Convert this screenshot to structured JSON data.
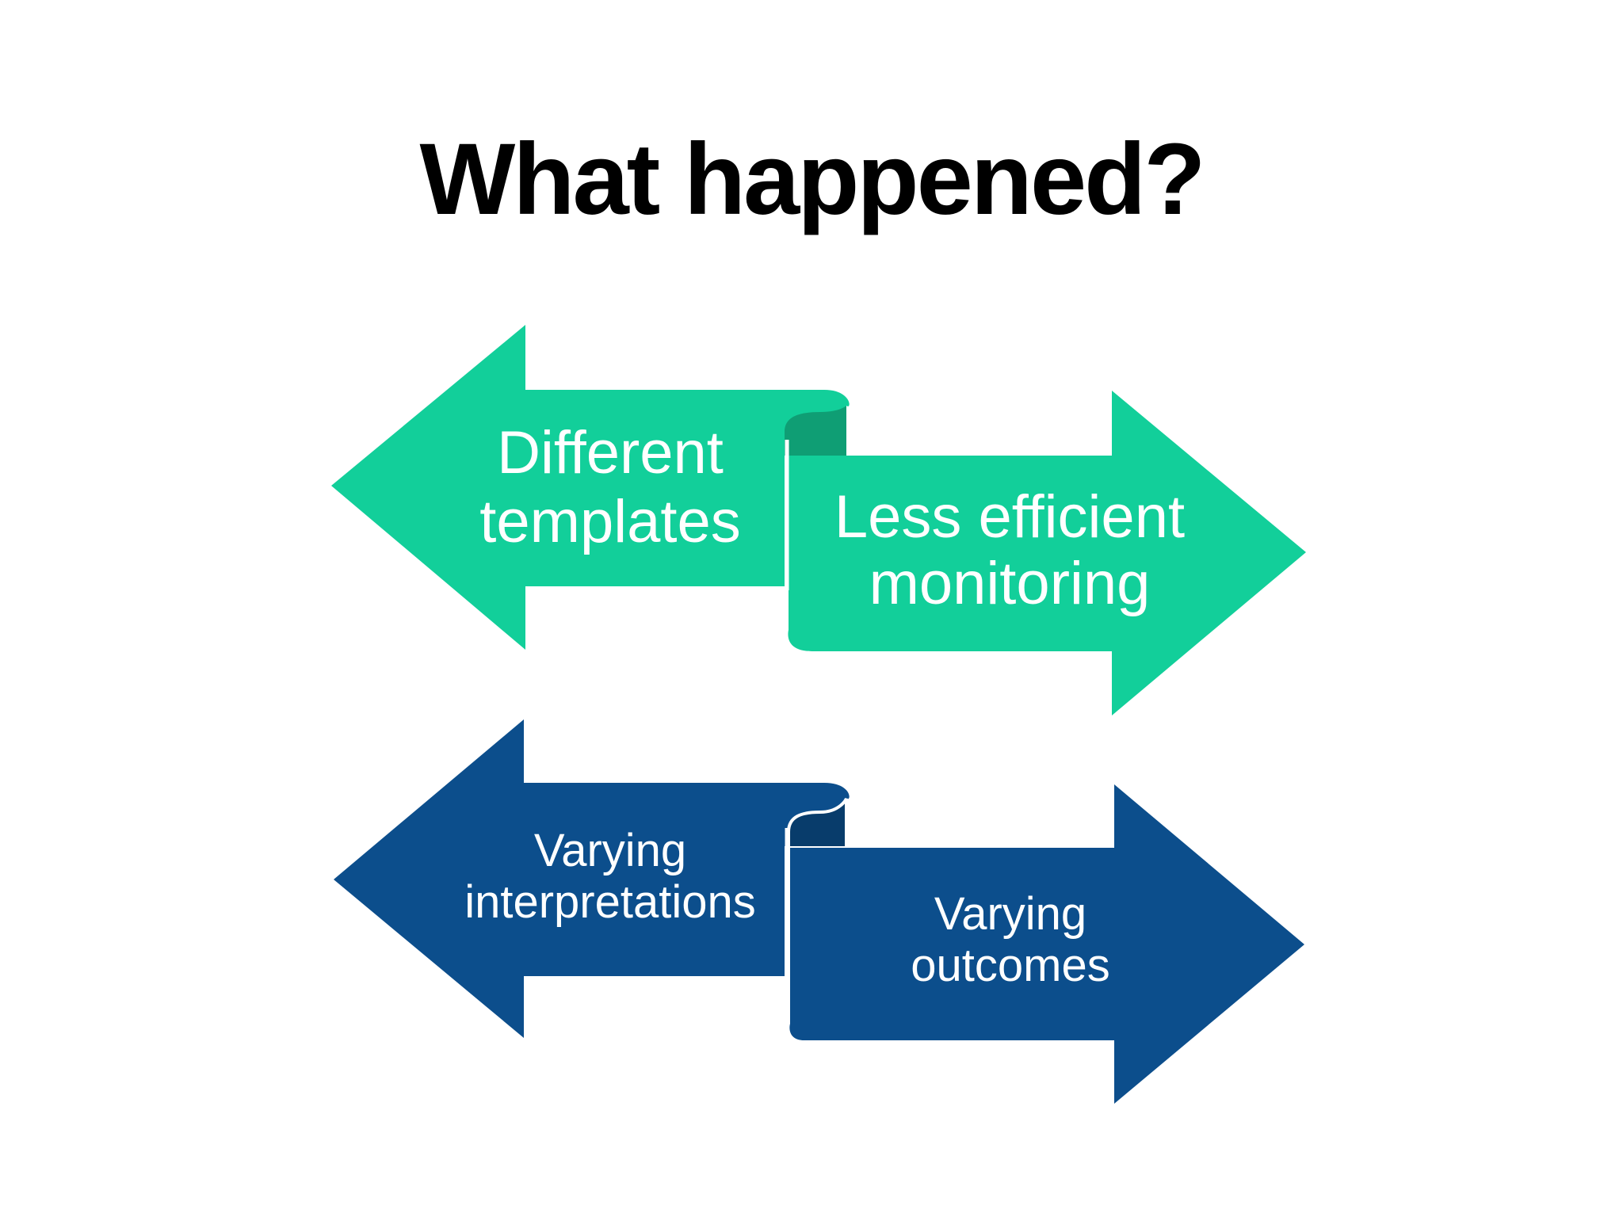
{
  "title": "What happened?",
  "colors": {
    "background": "#ffffff",
    "title": "#000000",
    "green": "#12cf9a",
    "green_fold": "#0f9e74",
    "blue": "#0c4e8c",
    "blue_fold": "#083c6b",
    "outline": "#ffffff"
  },
  "rows": [
    {
      "left_arrow": {
        "line1": "Different",
        "line2": "templates"
      },
      "right_arrow": {
        "line1": "Less efficient",
        "line2": "monitoring"
      }
    },
    {
      "left_arrow": {
        "line1": "Varying",
        "line2": "interpretations"
      },
      "right_arrow": {
        "line1": "Varying",
        "line2": "outcomes"
      }
    }
  ]
}
